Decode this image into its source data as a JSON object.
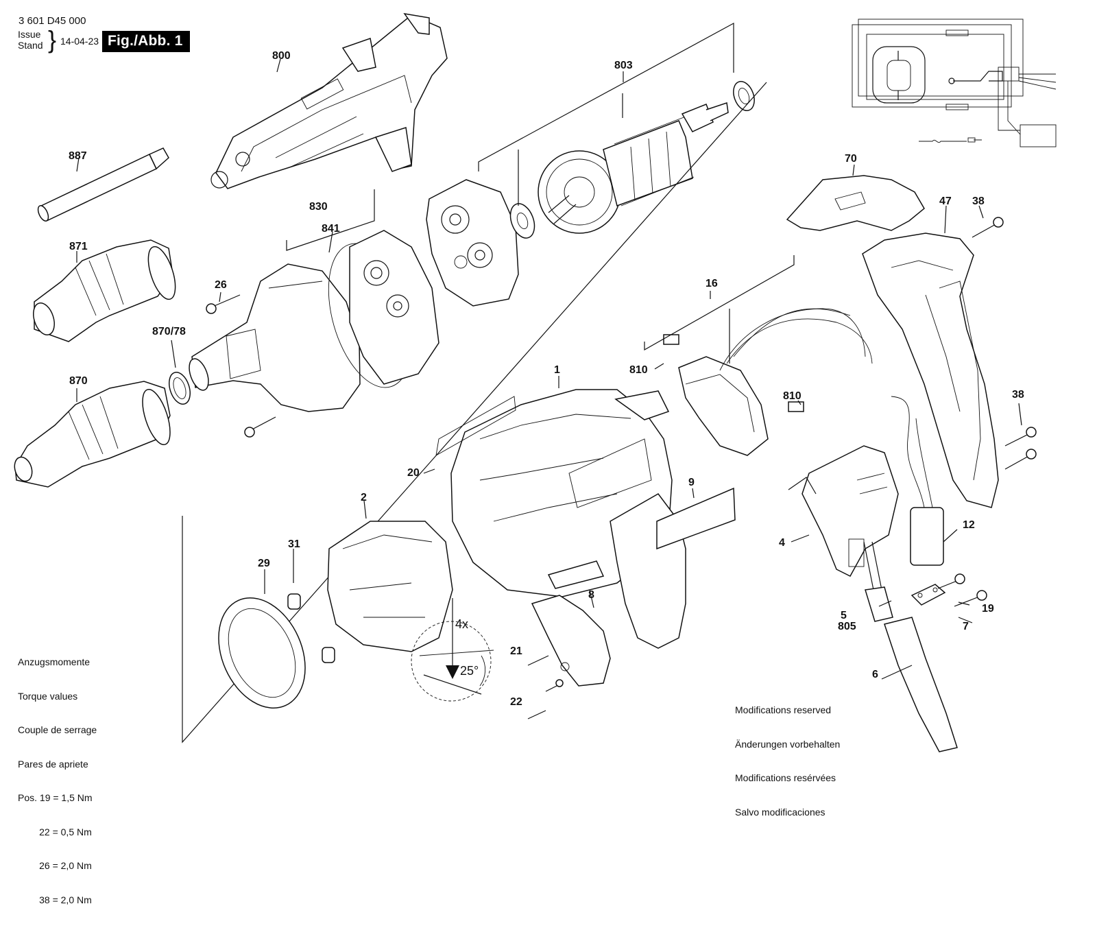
{
  "header": {
    "doc_number": "3 601 D45 000",
    "issue_label": "Issue",
    "stand_label": "Stand",
    "issue_date": "14-04-23",
    "figure_label": "Fig./Abb. 1"
  },
  "torque_notes": {
    "lines": [
      "Anzugsmomente",
      "Torque values",
      "Couple de serrage",
      "Pares de apriete",
      "Pos. 19 = 1,5 Nm",
      "        22 = 0,5 Nm",
      "        26 = 2,0 Nm",
      "        38 = 2,0 Nm"
    ]
  },
  "modifications_notes": {
    "lines": [
      "Modifications reserved",
      "Änderungen vorbehalten",
      "Modifications resérvées",
      "Salvo modificaciones"
    ]
  },
  "detail": {
    "count_label": "4x",
    "angle_label": "25°"
  },
  "parts": [
    {
      "id": "800"
    },
    {
      "id": "803"
    },
    {
      "id": "887"
    },
    {
      "id": "871"
    },
    {
      "id": "830"
    },
    {
      "id": "841"
    },
    {
      "id": "26"
    },
    {
      "id": "870/78"
    },
    {
      "id": "870"
    },
    {
      "id": "70"
    },
    {
      "id": "47"
    },
    {
      "id": "38"
    },
    {
      "id": "16"
    },
    {
      "id": "810"
    },
    {
      "id": "810"
    },
    {
      "id": "1"
    },
    {
      "id": "20"
    },
    {
      "id": "9"
    },
    {
      "id": "38"
    },
    {
      "id": "2"
    },
    {
      "id": "31"
    },
    {
      "id": "29"
    },
    {
      "id": "8"
    },
    {
      "id": "4"
    },
    {
      "id": "12"
    },
    {
      "id": "5"
    },
    {
      "id": "805"
    },
    {
      "id": "19"
    },
    {
      "id": "7"
    },
    {
      "id": "6"
    },
    {
      "id": "21"
    },
    {
      "id": "22"
    }
  ]
}
